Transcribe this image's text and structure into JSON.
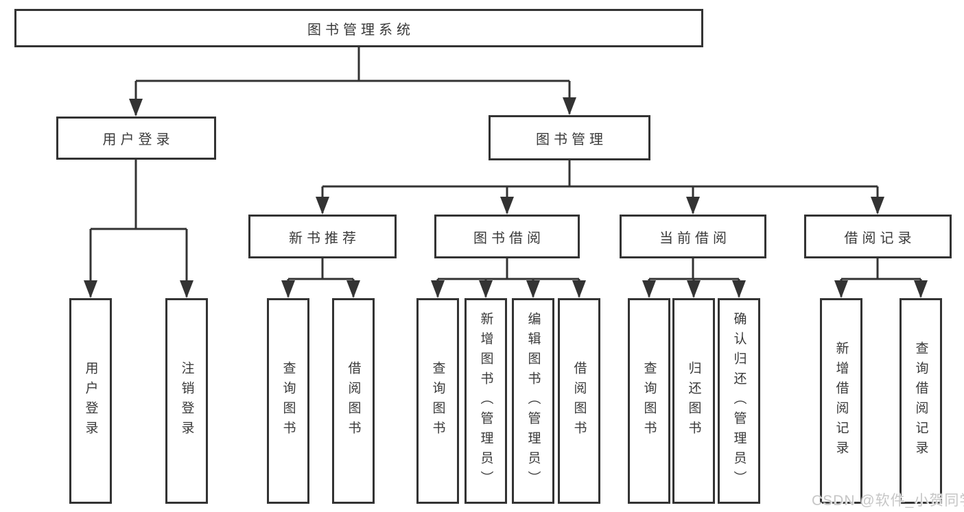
{
  "diagram": {
    "root": {
      "label": "图书管理系统"
    },
    "level2": [
      {
        "id": "user-login",
        "label": "用户登录"
      },
      {
        "id": "book-management",
        "label": "图书管理"
      }
    ],
    "level3": [
      {
        "id": "new-book-recommend",
        "label": "新书推荐"
      },
      {
        "id": "book-borrowing",
        "label": "图书借阅"
      },
      {
        "id": "current-borrowing",
        "label": "当前借阅"
      },
      {
        "id": "borrowing-records",
        "label": "借阅记录"
      }
    ],
    "leaves": [
      {
        "parent": "用户登录",
        "label": "用户登录"
      },
      {
        "parent": "用户登录",
        "label": "注销登录"
      },
      {
        "parent": "新书推荐",
        "label": "查询图书"
      },
      {
        "parent": "新书推荐",
        "label": "借阅图书"
      },
      {
        "parent": "图书借阅",
        "label": "查询图书"
      },
      {
        "parent": "图书借阅",
        "label": "新增图书（管理员）"
      },
      {
        "parent": "图书借阅",
        "label": "编辑图书（管理员）"
      },
      {
        "parent": "图书借阅",
        "label": "借阅图书"
      },
      {
        "parent": "当前借阅",
        "label": "查询图书"
      },
      {
        "parent": "当前借阅",
        "label": "归还图书"
      },
      {
        "parent": "当前借阅",
        "label": "确认归还（管理员）"
      },
      {
        "parent": "借阅记录",
        "label": "新增借阅记录"
      },
      {
        "parent": "借阅记录",
        "label": "查询借阅记录"
      }
    ]
  },
  "watermark": {
    "text": "CSDN @软件_小贺同学"
  },
  "colors": {
    "line": "#333333",
    "box_border": "#333333",
    "box_fill": "#ffffff",
    "text": "#3a3a3a",
    "watermark": "#c6c6c6",
    "background": "#ffffff"
  }
}
